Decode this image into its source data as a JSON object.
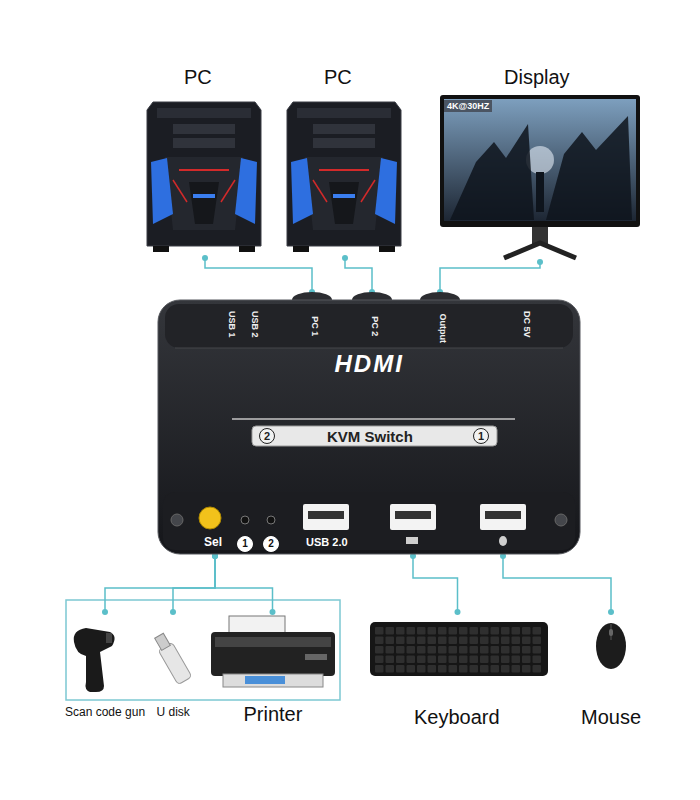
{
  "diagram": {
    "nodes": [
      {
        "text": [
          "PC"
        ]
      },
      {
        "text": [
          "PC"
        ]
      },
      {
        "text": [
          "Display",
          "4K@30HZ"
        ]
      },
      {
        "text": [
          "USB 1",
          "USB 2",
          "PC 1",
          "PC 2",
          "Output",
          "DC 5V",
          "HDMI",
          "2",
          "KVM Switch",
          "1",
          "Sel",
          "1",
          "2",
          "USB 2.0"
        ]
      },
      {
        "text": [
          "Scan code gun"
        ]
      },
      {
        "text": [
          "U disk"
        ]
      },
      {
        "text": [
          "Printer"
        ]
      },
      {
        "text": [
          "Keyboard"
        ]
      },
      {
        "text": [
          "Mouse"
        ]
      }
    ],
    "edges": [
      {
        "from": 0,
        "to": 3,
        "arrow": "none"
      },
      {
        "from": 1,
        "to": 3,
        "arrow": "none"
      },
      {
        "from": 2,
        "to": 3,
        "arrow": "none"
      },
      {
        "from": 3,
        "to": 4,
        "arrow": "none"
      },
      {
        "from": 3,
        "to": 5,
        "arrow": "none"
      },
      {
        "from": 3,
        "to": 6,
        "arrow": "none"
      },
      {
        "from": 3,
        "to": 7,
        "arrow": "none"
      },
      {
        "from": 3,
        "to": 8,
        "arrow": "none"
      }
    ]
  }
}
